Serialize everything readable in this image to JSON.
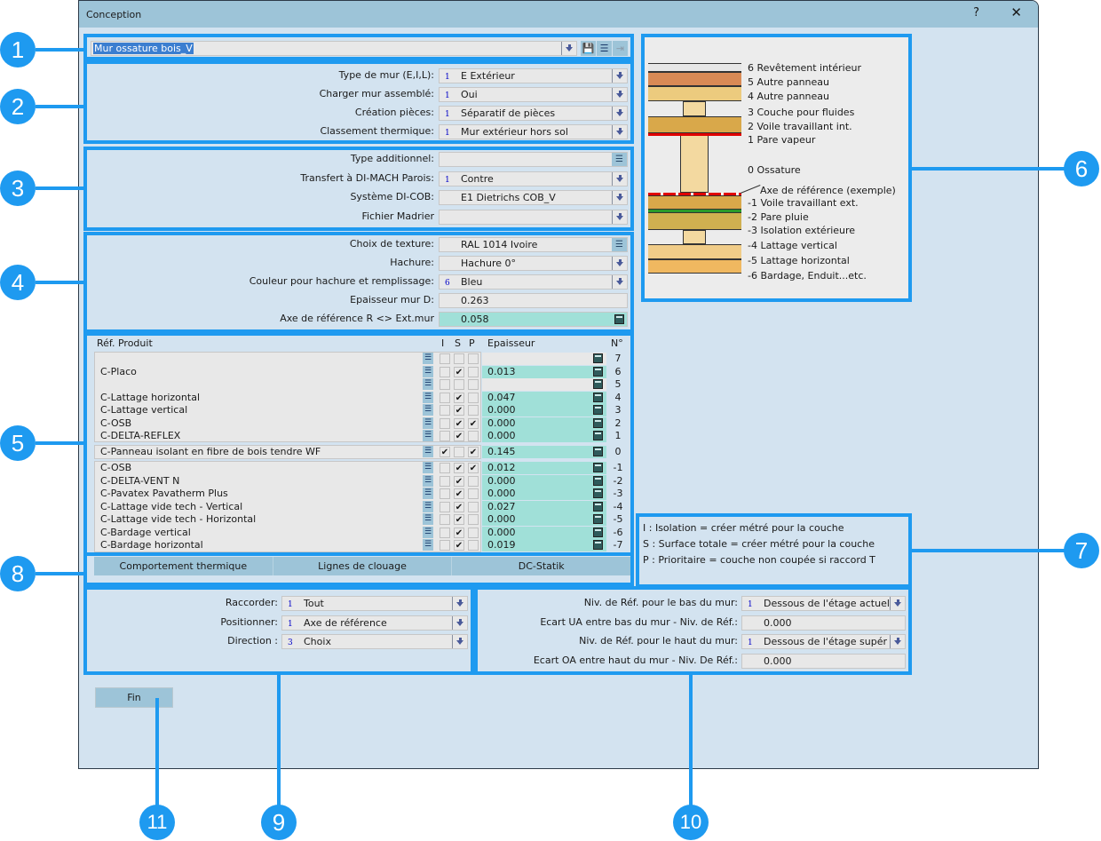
{
  "window": {
    "title": "Conception",
    "help_label": "?",
    "close_label": "✕"
  },
  "callouts": [
    "1",
    "2",
    "3",
    "4",
    "5",
    "6",
    "7",
    "8",
    "9",
    "10",
    "11"
  ],
  "section1": {
    "name_value": "Mur ossature bois_V",
    "icons": [
      "save-icon",
      "tree-icon",
      "export-icon"
    ]
  },
  "section2": {
    "rows": [
      {
        "label": "Type de mur (E,I,L):",
        "num": "1",
        "value": "E Extérieur"
      },
      {
        "label": "Charger mur assemblé:",
        "num": "1",
        "value": "Oui"
      },
      {
        "label": "Création pièces:",
        "num": "1",
        "value": "Séparatif de pièces"
      },
      {
        "label": "Classement thermique:",
        "num": "1",
        "value": "Mur extérieur hors sol"
      }
    ]
  },
  "section3": {
    "rows": [
      {
        "label": "Type additionnel:",
        "num": "",
        "value": ""
      },
      {
        "label": "Transfert à DI-MACH Parois:",
        "num": "1",
        "value": "Contre"
      },
      {
        "label": "Système DI-COB:",
        "num": "",
        "value": "E1 Dietrichs COB_V"
      },
      {
        "label": "Fichier Madrier",
        "num": "",
        "value": ""
      }
    ]
  },
  "section4": {
    "rows": [
      {
        "label": "Choix de texture:",
        "num": "",
        "value": "RAL 1014 Ivoire"
      },
      {
        "label": "Hachure:",
        "num": "",
        "value": "Hachure 0°"
      },
      {
        "label": "Couleur pour hachure et remplissage:",
        "num": "6",
        "value": "Bleu"
      },
      {
        "label": "Epaisseur mur D:",
        "num": "",
        "value": "0.263"
      },
      {
        "label": "Axe de référence R <> Ext.mur",
        "num": "",
        "value": "0.058"
      }
    ]
  },
  "layers": {
    "headers": {
      "ref": "Réf. Produit",
      "i": "I",
      "s": "S",
      "p": "P",
      "ep": "Epaisseur",
      "n": "N°"
    },
    "inner": [
      {
        "name": "",
        "i": false,
        "s": false,
        "p": false,
        "ep": "",
        "n": "7"
      },
      {
        "name": "C-Placo",
        "i": false,
        "s": true,
        "p": false,
        "ep": "0.013",
        "n": "6"
      },
      {
        "name": "",
        "i": false,
        "s": false,
        "p": false,
        "ep": "",
        "n": "5"
      },
      {
        "name": "C-Lattage horizontal",
        "i": false,
        "s": true,
        "p": false,
        "ep": "0.047",
        "n": "4"
      },
      {
        "name": "C-Lattage vertical",
        "i": false,
        "s": true,
        "p": false,
        "ep": "0.000",
        "n": "3"
      },
      {
        "name": "C-OSB",
        "i": false,
        "s": true,
        "p": true,
        "ep": "0.000",
        "n": "2"
      },
      {
        "name": "C-DELTA-REFLEX",
        "i": false,
        "s": true,
        "p": false,
        "ep": "0.000",
        "n": "1"
      }
    ],
    "core": {
      "name": "C-Panneau isolant en fibre de bois tendre WF",
      "i": true,
      "s": false,
      "p": true,
      "ep": "0.145",
      "n": "0"
    },
    "outer": [
      {
        "name": "C-OSB",
        "i": false,
        "s": true,
        "p": true,
        "ep": "0.012",
        "n": "-1"
      },
      {
        "name": "C-DELTA-VENT N",
        "i": false,
        "s": true,
        "p": false,
        "ep": "0.000",
        "n": "-2"
      },
      {
        "name": "C-Pavatex Pavatherm Plus",
        "i": false,
        "s": true,
        "p": false,
        "ep": "0.000",
        "n": "-3"
      },
      {
        "name": "C-Lattage vide tech - Vertical",
        "i": false,
        "s": true,
        "p": false,
        "ep": "0.027",
        "n": "-4"
      },
      {
        "name": "C-Lattage vide tech - Horizontal",
        "i": false,
        "s": true,
        "p": false,
        "ep": "0.000",
        "n": "-5"
      },
      {
        "name": "C-Bardage vertical",
        "i": false,
        "s": true,
        "p": false,
        "ep": "0.000",
        "n": "-6"
      },
      {
        "name": "C-Bardage horizontal",
        "i": false,
        "s": true,
        "p": false,
        "ep": "0.019",
        "n": "-7"
      }
    ]
  },
  "tabs": [
    "Comportement thermique",
    "Lignes de clouage",
    "DC-Statik"
  ],
  "legend": [
    "I : Isolation = créer métré pour la couche",
    "S : Surface totale = créer métré pour la couche",
    "P : Prioritaire = couche non coupée si raccord T"
  ],
  "diagram": {
    "labels": [
      "6 Revêtement intérieur",
      "5 Autre panneau",
      "4 Autre panneau",
      "3 Couche pour fluides",
      "2 Voile travaillant int.",
      "1 Pare vapeur",
      "0 Ossature",
      "Axe de référence (exemple)",
      "-1 Voile travaillant ext.",
      "-2 Pare pluie",
      "-3 Isolation extérieure",
      "-4 Lattage vertical",
      "-5 Lattage horizontal",
      "-6 Bardage, Enduit...etc."
    ]
  },
  "section9": {
    "rows": [
      {
        "label": "Raccorder:",
        "num": "1",
        "value": "Tout"
      },
      {
        "label": "Positionner:",
        "num": "1",
        "value": "Axe de référence"
      },
      {
        "label": "Direction :",
        "num": "3",
        "value": "Choix"
      }
    ]
  },
  "section10": {
    "rows": [
      {
        "label": "Niv. de Réf. pour le bas du mur:",
        "num": "1",
        "value": "Dessous de l'étage actuel"
      },
      {
        "label": "Ecart UA entre bas du mur - Niv. de Réf.:",
        "num": "",
        "value": "0.000"
      },
      {
        "label": "Niv. de Réf. pour le haut du mur:",
        "num": "1",
        "value": "Dessous de l'étage supér"
      },
      {
        "label": "Ecart OA entre haut du mur - Niv. De Réf.:",
        "num": "",
        "value": "0.000"
      }
    ]
  },
  "fin_label": "Fin",
  "colors": {
    "accent": "#1e9af0",
    "teal_field": "#a0e0d8",
    "window_bg": "#d3e3f0",
    "titlebar": "#9dc4d8"
  }
}
